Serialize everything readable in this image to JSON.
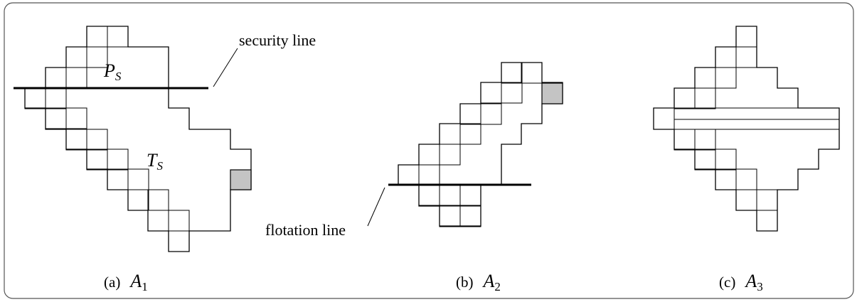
{
  "panels": [
    {
      "id": "a",
      "caption_prefix": "(a)",
      "caption_var": "A",
      "caption_sub": "1",
      "region_labels": [
        {
          "var": "P",
          "sub": "S"
        },
        {
          "var": "T",
          "sub": "S"
        }
      ],
      "line_label": "security line"
    },
    {
      "id": "b",
      "caption_prefix": "(b)",
      "caption_var": "A",
      "caption_sub": "2",
      "line_label": "flotation line"
    },
    {
      "id": "c",
      "caption_prefix": "(c)",
      "caption_var": "A",
      "caption_sub": "3"
    }
  ],
  "colors": {
    "shaded_cell": "#c4c4c4",
    "stroke": "#000000",
    "frame": "#555555"
  }
}
